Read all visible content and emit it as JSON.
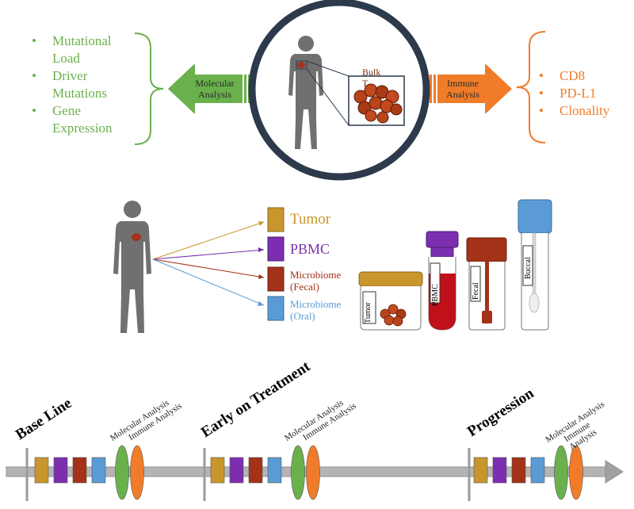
{
  "panel_a": {
    "left_bullets": [
      "Mutational",
      "Load",
      "Driver",
      "Mutations",
      "Gene",
      "Expression"
    ],
    "left_arrow_label": [
      "Molecular",
      "Analysis"
    ],
    "center_label": [
      "Bulk",
      "T"
    ],
    "right_arrow_label": [
      "Immune",
      "Analysis"
    ],
    "right_bullets": [
      "CD8",
      "PD-L1",
      "Clonality"
    ],
    "bullet_symbol": "•"
  },
  "panel_b": {
    "legend": [
      {
        "label": "Tumor",
        "color": "#c8962c"
      },
      {
        "label": "PBMC",
        "color": "#7b2fb0"
      },
      {
        "label": "Microbiome\n(Fecal)",
        "line1": "Microbiome",
        "line2": "(Fecal)",
        "color": "#a33219"
      },
      {
        "label": "Microbiome\n(Oral)",
        "line1": "Microbiome",
        "line2": "(Oral)",
        "color": "#5b9bd5"
      }
    ],
    "containers": [
      "Tumor",
      "PBMC",
      "Fecal",
      "Buccal"
    ]
  },
  "panel_c": {
    "stages": [
      "Base Line",
      "Early on Treatment",
      "Progression"
    ],
    "analysis_labels": [
      "Molecular Analysis",
      "Immune Analysis"
    ],
    "sample_colors": [
      "#c8962c",
      "#7b2fb0",
      "#a33219",
      "#5b9bd5"
    ],
    "molecular_color": "#6ab04c",
    "immune_color": "#f07c2a"
  }
}
